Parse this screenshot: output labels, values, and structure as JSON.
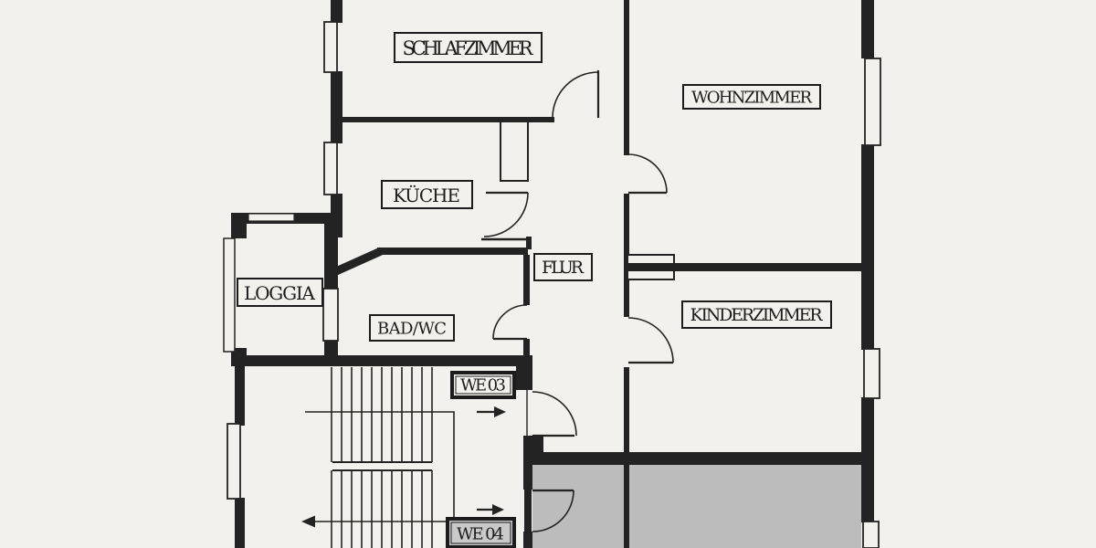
{
  "plan": {
    "rooms": {
      "schlafzimmer": {
        "label": "SCHLAFZIMMER"
      },
      "wohnzimmer": {
        "label": "WOHNZIMMER"
      },
      "kueche": {
        "label": "KÜCHE"
      },
      "flur": {
        "label": "FLUR"
      },
      "loggia": {
        "label": "LOGGIA"
      },
      "bad_wc": {
        "label": "BAD/WC"
      },
      "kinderzimmer": {
        "label": "KINDERZIMMER"
      }
    },
    "units": {
      "we03": {
        "label": "WE 03",
        "arrow_direction": "right"
      },
      "we04": {
        "label": "WE 04",
        "arrow_direction": "right"
      }
    },
    "stairs": {
      "direction_arrow": "left"
    },
    "colors": {
      "paper": "#f3f1ed",
      "ink": "#232323",
      "shaded_room_fill": "#bcbcbc",
      "we04_box_fill": "#c9c9c9"
    }
  }
}
